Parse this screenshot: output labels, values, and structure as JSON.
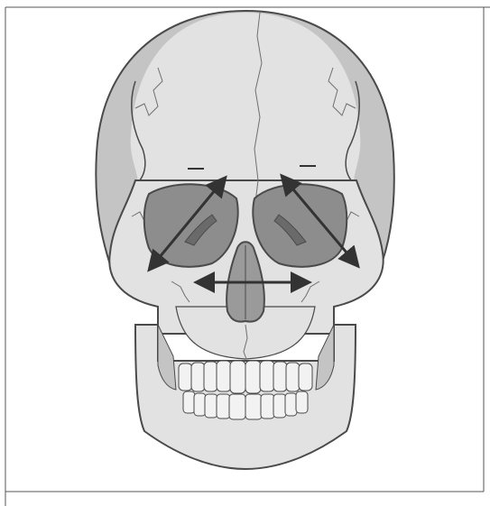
{
  "figure": {
    "subject": "anterior-skull",
    "colors": {
      "background": "#ffffff",
      "frame": "#555555",
      "bone_light": "#e2e2e2",
      "bone_shadow": "#c4c4c4",
      "orbit_fill": "#8d8d8d",
      "nasal_fill": "#9a9a9a",
      "outline": "#4a4a4a",
      "suture": "#6f6f6f",
      "arrow": "#333333"
    },
    "arrows": [
      {
        "name": "left-orbit-diagonal-arrow",
        "direction": "bidirectional"
      },
      {
        "name": "right-orbit-diagonal-arrow",
        "direction": "bidirectional"
      },
      {
        "name": "nasal-horizontal-arrow",
        "direction": "bidirectional"
      }
    ]
  }
}
